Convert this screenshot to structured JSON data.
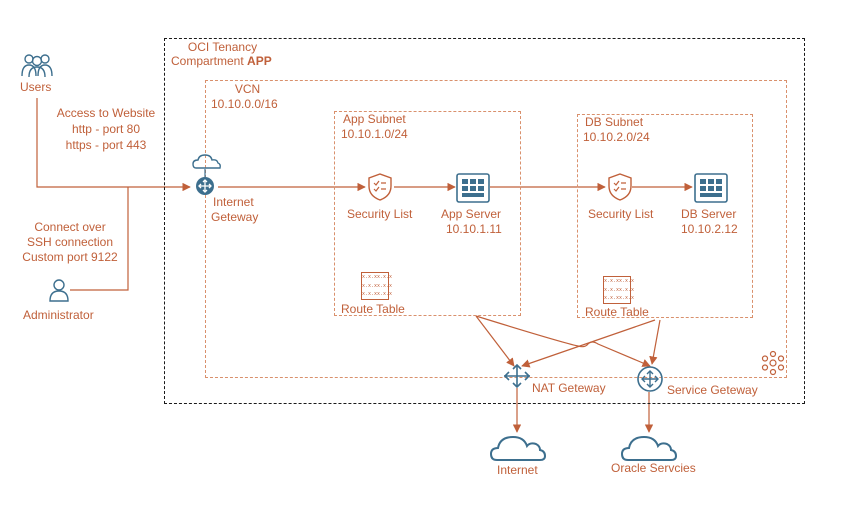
{
  "tenancy": {
    "title": "OCI Tenancy",
    "compartment_prefix": "Compartment",
    "compartment_name": "APP"
  },
  "vcn": {
    "title": "VCN",
    "cidr": "10.10.0.0/16"
  },
  "app_subnet": {
    "title": "App Subnet",
    "cidr": "10.10.1.0/24"
  },
  "db_subnet": {
    "title": "DB Subnet",
    "cidr": "10.10.2.0/24"
  },
  "users": {
    "label": "Users"
  },
  "administrator": {
    "label": "Administrator"
  },
  "website_access": {
    "line1": "Access to Website",
    "line2": "http - port 80",
    "line3": "https - port 443"
  },
  "ssh_access": {
    "line1": "Connect over",
    "line2": "SSH connection",
    "line3": "Custom port 9122"
  },
  "internet_gateway": {
    "line1": "Internet",
    "line2": "Geteway"
  },
  "app_security_list": {
    "label": "Security List"
  },
  "app_server": {
    "label": "App Server",
    "ip": "10.10.1.11"
  },
  "app_route_table": {
    "label": "Route Table"
  },
  "db_security_list": {
    "label": "Security List"
  },
  "db_server": {
    "label": "DB Server",
    "ip": "10.10.2.12"
  },
  "db_route_table": {
    "label": "Route Table"
  },
  "nat_gateway": {
    "label": "NAT Geteway"
  },
  "service_gateway": {
    "label": "Service Geteway"
  },
  "internet": {
    "label": "Internet"
  },
  "oracle_services": {
    "label": "Oracle Servcies"
  },
  "route_table_cell": "x.x.x",
  "colors": {
    "accent": "#c0603a",
    "icon": "#3d6f8e",
    "dashed_border": "#d9906c",
    "tenancy_border": "#1a1a1a"
  },
  "icons": [
    "users-icon",
    "administrator-icon",
    "internet-gateway-icon",
    "security-list-icon",
    "server-icon",
    "route-table-icon",
    "nat-gateway-icon",
    "service-gateway-icon",
    "cloud-icon",
    "compartment-icon"
  ]
}
